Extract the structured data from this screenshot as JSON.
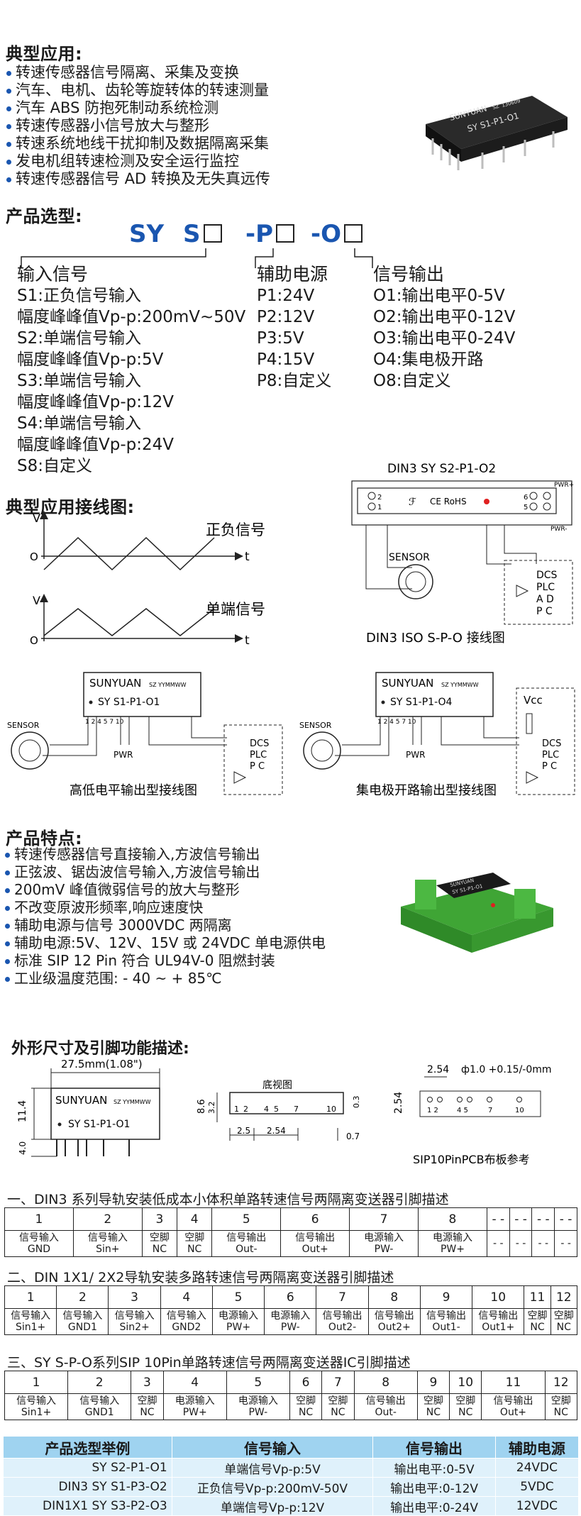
{
  "applications": {
    "heading": "典型应用:",
    "items": [
      "转速传感器信号隔离、采集及变换",
      "汽车、电机、齿轮等旋转体的转速测量",
      "汽车 ABS 防抱死制动系统检测",
      "转速传感器小信号放大与整形",
      "转速系统地线干扰抑制及数据隔离采集",
      "发电机组转速检测及安全运行监控",
      "转速传感器信号 AD 转换及无失真远传"
    ],
    "chip_brand": "SUNYUAN",
    "chip_sz": "SZ",
    "chip_code": "130609",
    "chip_model": "SY S1-P1-O1"
  },
  "selection": {
    "heading": "产品选型:",
    "code_sy": "SY",
    "code_s": "S",
    "code_p": "-P",
    "code_o": "-O",
    "input_title": "输入信号",
    "inputs": [
      "S1:正负信号输入",
      "幅度峰峰值Vp-p:200mV~50V",
      "S2:单端信号输入",
      "幅度峰峰值Vp-p:5V",
      "S3:单端信号输入",
      "幅度峰峰值Vp-p:12V",
      "S4:单端信号输入",
      "幅度峰峰值Vp-p:24V",
      "S8:自定义"
    ],
    "power_title": "辅助电源",
    "powers": [
      "P1:24V",
      "P2:12V",
      "P3:5V",
      "P4:15V",
      "P8:自定义"
    ],
    "output_title": "信号输出",
    "outputs": [
      "O1:输出电平0-5V",
      "O2:输出电平0-12V",
      "O3:输出电平0-24V",
      "O4:集电极开路",
      "O8:自定义"
    ]
  },
  "wiring": {
    "heading": "典型应用接线图:",
    "v_label": "V",
    "t_label": "t",
    "o_label": "O",
    "wave1_label": "正负信号",
    "wave2_label": "单端信号",
    "din_title": "DIN3 SY S2-P1-O2",
    "din_pwr_plus": "PWR+",
    "din_pwr_minus": "PWR-",
    "din_ce": "CE RoHS",
    "sensor": "SENSOR",
    "dcs": "DCS",
    "plc": "PLC",
    "ad_a": "A D",
    "ad_pc": "P C",
    "din_caption": "DIN3 ISO S-P-O 接线图",
    "module1_model": "SY S1-P1-O1",
    "module2_model": "SY S1-P1-O4",
    "module_brand": "SUNYUAN",
    "module_sz": "SZ YYMMWW",
    "pin_nums": "1  2      4  5      7           10",
    "pwr": "PWR",
    "vcc": "Vcc",
    "caption1": "高低电平输出型接线图",
    "caption2": "集电极开路输出型接线图"
  },
  "features": {
    "heading": "产品特点:",
    "items": [
      "转速传感器信号直接输入,方波信号输出",
      "正弦波、锯齿波信号输入,方波信号输出",
      "200mV 峰值微弱信号的放大与整形",
      "不改变原波形频率,响应速度快",
      "辅助电源与信号 3000VDC 两隔离",
      "辅助电源:5V、12V、15V 或 24VDC 单电源供电",
      "标准 SIP 12 Pin 符合 UL94V-0 阻燃封装",
      "工业级温度范围: - 40 ~ + 85℃"
    ],
    "din_module_label1": "SUNYUAN",
    "din_module_label2": "SY S1-P1-O1"
  },
  "dimensions": {
    "heading": "外形尺寸及引脚功能描述:",
    "width_label": "27.5mm(1.08\")",
    "height_label": "11.4",
    "pin_len": "4.0",
    "brand": "SUNYUAN",
    "sz": "SZ YYMMWW",
    "model": "SY S1-P1-O1",
    "bottom_view": "底视图",
    "dim_86": "8.6",
    "dim_32": "3.2",
    "dim_03": "0.3",
    "dim_25": "2.5",
    "dim_254": "2.54",
    "dim_07": "0.7",
    "pins_bottom": [
      "1",
      "2",
      "4",
      "5",
      "7",
      "10"
    ],
    "pcb_top": "2.54",
    "pcb_hole": "ф1.0  +0.15/-0mm",
    "pcb_side": "2.54",
    "pcb_caption": "SIP10PinPCB布板参考"
  },
  "table1": {
    "title": "一、DIN3 系列导轨安装低成本小体积单路转速信号两隔离变送器引脚描述",
    "nums": [
      "1",
      "2",
      "3",
      "4",
      "5",
      "6",
      "7",
      "8",
      "- -",
      "- -",
      "- -",
      "- -"
    ],
    "labels": [
      [
        "信号输入",
        "GND"
      ],
      [
        "信号输入",
        "Sin+"
      ],
      [
        "空脚",
        "NC"
      ],
      [
        "空脚",
        "NC"
      ],
      [
        "信号输出",
        "Out-"
      ],
      [
        "信号输出",
        "Out+"
      ],
      [
        "电源输入",
        "PW-"
      ],
      [
        "电源输入",
        "PW+"
      ],
      [
        "- -",
        ""
      ],
      [
        "- -",
        ""
      ],
      [
        "- -",
        ""
      ],
      [
        "- -",
        ""
      ]
    ]
  },
  "table2": {
    "title": "二、DIN 1X1/ 2X2导轨安装多路转速信号两隔离变送器引脚描述",
    "nums": [
      "1",
      "2",
      "3",
      "4",
      "5",
      "6",
      "7",
      "8",
      "9",
      "10",
      "11",
      "12"
    ],
    "labels": [
      [
        "信号输入",
        "Sin1+"
      ],
      [
        "信号输入",
        "GND1"
      ],
      [
        "信号输入",
        "Sin2+"
      ],
      [
        "信号输入",
        "GND2"
      ],
      [
        "电源输入",
        "PW+"
      ],
      [
        "电源输入",
        "PW-"
      ],
      [
        "信号输出",
        "Out2-"
      ],
      [
        "信号输出",
        "Out2+"
      ],
      [
        "信号输出",
        "Out1-"
      ],
      [
        "信号输出",
        "Out1+"
      ],
      [
        "空脚",
        "NC"
      ],
      [
        "空脚",
        "NC"
      ]
    ]
  },
  "table3": {
    "title": "三、SY S-P-O系列SIP 10Pin单路转速信号两隔离变送器IC引脚描述",
    "nums": [
      "1",
      "2",
      "3",
      "4",
      "5",
      "6",
      "7",
      "8",
      "9",
      "10",
      "11",
      "12"
    ],
    "labels": [
      [
        "信号输入",
        "Sin1+"
      ],
      [
        "信号输入",
        "GND1"
      ],
      [
        "空脚",
        "NC"
      ],
      [
        "电源输入",
        "PW+"
      ],
      [
        "电源输入",
        "PW-"
      ],
      [
        "空脚",
        "NC"
      ],
      [
        "空脚",
        "NC"
      ],
      [
        "信号输出",
        "Out-"
      ],
      [
        "空脚",
        "NC"
      ],
      [
        "空脚",
        "NC"
      ],
      [
        "信号输出",
        "Out+"
      ],
      [
        "空脚",
        "NC"
      ]
    ]
  },
  "examples": {
    "headers": [
      "产品选型举例",
      "信号输入",
      "信号输出",
      "辅助电源"
    ],
    "rows": [
      [
        "SY S2-P1-O1",
        "单端信号Vp-p:5V",
        "输出电平:0-5V",
        "24VDC"
      ],
      [
        "DIN3 SY S1-P3-O2",
        "正负信号Vp-p:200mV-50V",
        "输出电平:0-12V",
        "5VDC"
      ],
      [
        "DIN1X1 SY S3-P2-O3",
        "单端信号Vp-p:12V",
        "输出电平:0-24V",
        "12VDC"
      ]
    ]
  },
  "colors": {
    "accent": "#1a56b0",
    "header_bg": "#9fd3f0",
    "row_bg": "#dff1fb",
    "din_green": "#3fa535"
  }
}
